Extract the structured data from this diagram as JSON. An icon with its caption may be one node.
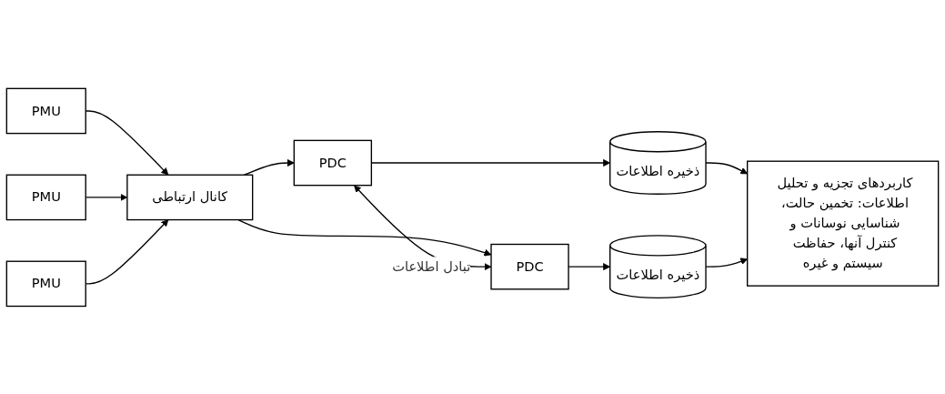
{
  "diagram": {
    "nodes": [
      {
        "text": [
          "PMU"
        ]
      },
      {
        "text": [
          "PMU"
        ]
      },
      {
        "text": [
          "PMU"
        ]
      },
      {
        "text": [
          "کانال ارتباطی"
        ]
      },
      {
        "text": [
          "PDC"
        ]
      },
      {
        "text": [
          "PDC"
        ]
      },
      {
        "text": [
          "ذخیره اطلاعات"
        ]
      },
      {
        "text": [
          "ذخیره اطلاعات"
        ]
      },
      {
        "text": [
          "کاربردهای تجزیه و تحلیل اطلاعات: تخمین حالت، شناسایی نوسانات و کنترل آنها، حفاظت سیستم و غیره"
        ]
      }
    ],
    "edges": [
      {
        "from": 0,
        "to": 3,
        "arrow": "to"
      },
      {
        "from": 1,
        "to": 3,
        "arrow": "to"
      },
      {
        "from": 2,
        "to": 3,
        "arrow": "to"
      },
      {
        "from": 3,
        "to": 4,
        "arrow": "to"
      },
      {
        "from": 3,
        "to": 5,
        "arrow": "to"
      },
      {
        "from": 4,
        "to": 5,
        "arrow": "both",
        "label": "تبادل اطلاعات"
      },
      {
        "from": 4,
        "to": 6,
        "arrow": "to"
      },
      {
        "from": 5,
        "to": 7,
        "arrow": "to"
      },
      {
        "from": 6,
        "to": 8,
        "arrow": "to"
      },
      {
        "from": 7,
        "to": 8,
        "arrow": "to"
      }
    ]
  }
}
